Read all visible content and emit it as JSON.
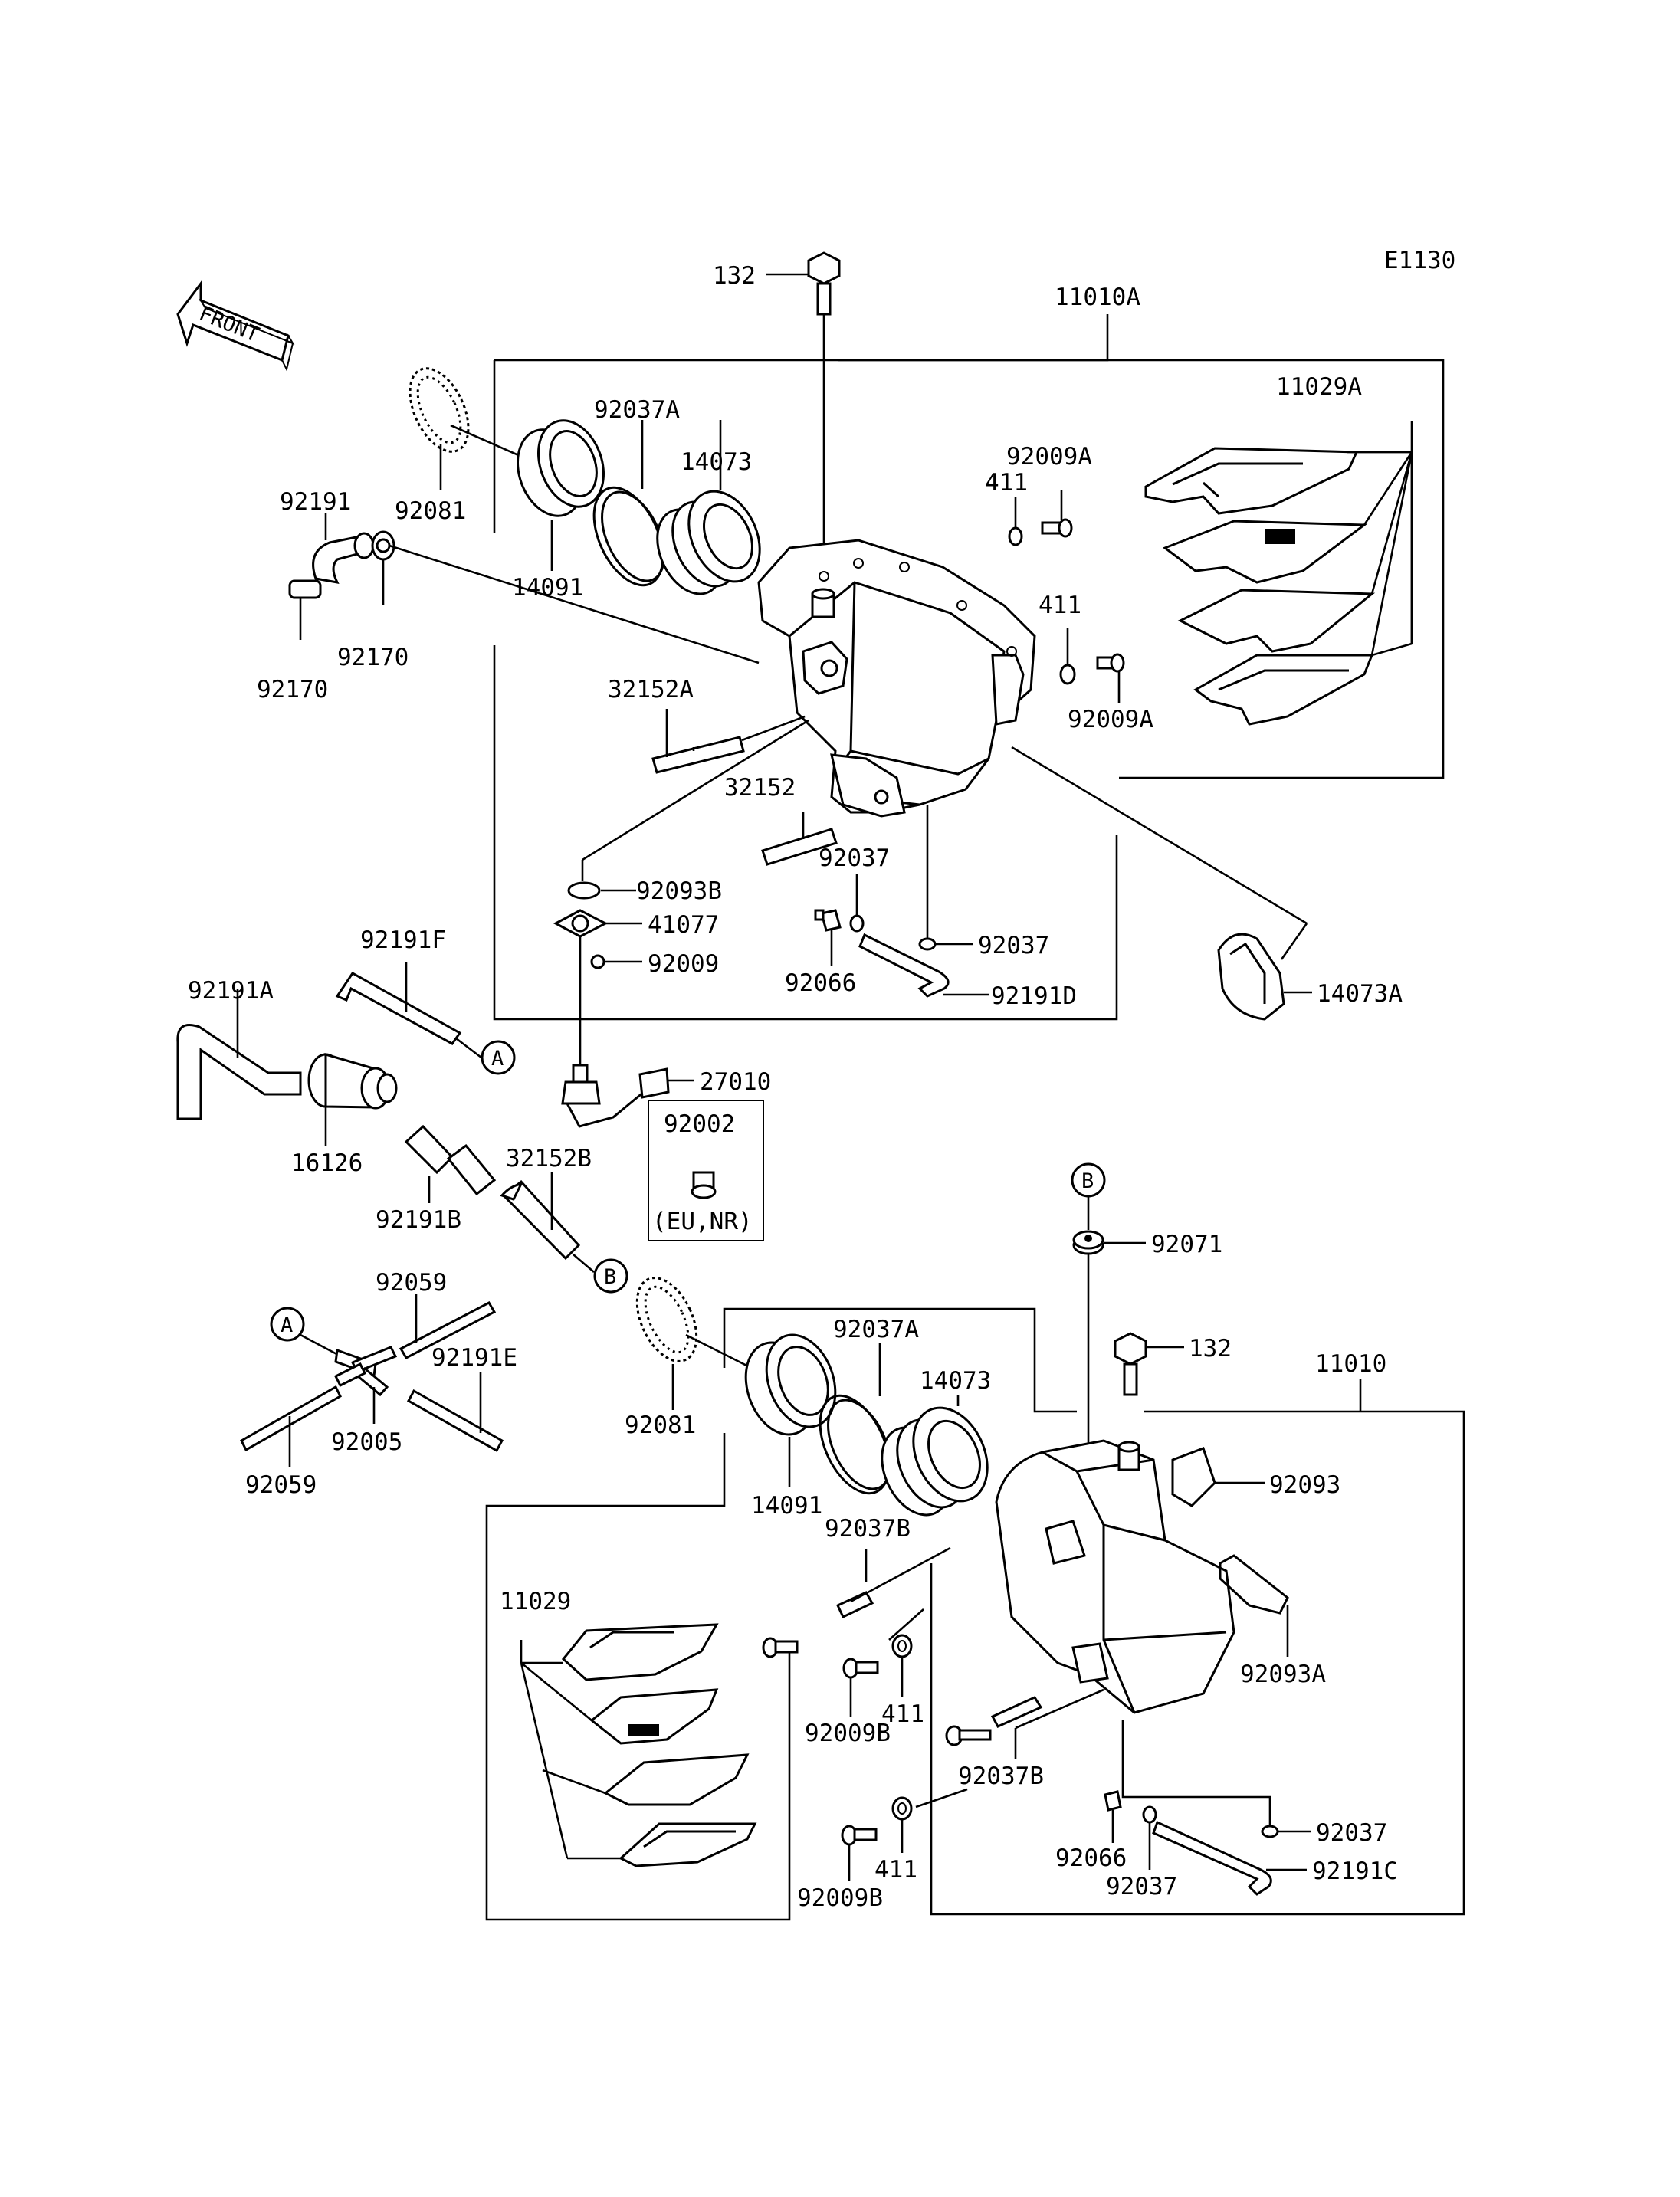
{
  "code": "E1130",
  "front_label": "FRONT",
  "circle_marks": [
    "A",
    "B"
  ],
  "note": {
    "part": "92002",
    "text": "(EU,NR)"
  },
  "labels": [
    {
      "id": "132_top",
      "text": "132"
    },
    {
      "id": "11010A",
      "text": "11010A"
    },
    {
      "id": "11029A",
      "text": "11029A"
    },
    {
      "id": "92037A_top",
      "text": "92037A"
    },
    {
      "id": "14073_top",
      "text": "14073"
    },
    {
      "id": "92081_top",
      "text": "92081"
    },
    {
      "id": "14091_top",
      "text": "14091"
    },
    {
      "id": "92009A_1",
      "text": "92009A"
    },
    {
      "id": "411_1",
      "text": "411"
    },
    {
      "id": "411_2",
      "text": "411"
    },
    {
      "id": "92009A_2",
      "text": "92009A"
    },
    {
      "id": "92191",
      "text": "92191"
    },
    {
      "id": "92170_1",
      "text": "92170"
    },
    {
      "id": "92170_2",
      "text": "92170"
    },
    {
      "id": "32152A",
      "text": "32152A"
    },
    {
      "id": "32152",
      "text": "32152"
    },
    {
      "id": "92037_a",
      "text": "92037"
    },
    {
      "id": "92093B",
      "text": "92093B"
    },
    {
      "id": "41077",
      "text": "41077"
    },
    {
      "id": "92009",
      "text": "92009"
    },
    {
      "id": "92066_top",
      "text": "92066"
    },
    {
      "id": "92037_b",
      "text": "92037"
    },
    {
      "id": "92191D",
      "text": "92191D"
    },
    {
      "id": "14073A",
      "text": "14073A"
    },
    {
      "id": "92191F",
      "text": "92191F"
    },
    {
      "id": "92191A",
      "text": "92191A"
    },
    {
      "id": "27010",
      "text": "27010"
    },
    {
      "id": "16126",
      "text": "16126"
    },
    {
      "id": "32152B",
      "text": "32152B"
    },
    {
      "id": "92191B",
      "text": "92191B"
    },
    {
      "id": "92071",
      "text": "92071"
    },
    {
      "id": "92059_1",
      "text": "92059"
    },
    {
      "id": "92191E",
      "text": "92191E"
    },
    {
      "id": "92005",
      "text": "92005"
    },
    {
      "id": "92059_2",
      "text": "92059"
    },
    {
      "id": "92037A_bot",
      "text": "92037A"
    },
    {
      "id": "132_bot",
      "text": "132"
    },
    {
      "id": "11010",
      "text": "11010"
    },
    {
      "id": "14073_bot",
      "text": "14073"
    },
    {
      "id": "92081_bot",
      "text": "92081"
    },
    {
      "id": "14091_bot",
      "text": "14091"
    },
    {
      "id": "92037B_1",
      "text": "92037B"
    },
    {
      "id": "92093",
      "text": "92093"
    },
    {
      "id": "11029",
      "text": "11029"
    },
    {
      "id": "411_3",
      "text": "411"
    },
    {
      "id": "92009B_1",
      "text": "92009B"
    },
    {
      "id": "92093A",
      "text": "92093A"
    },
    {
      "id": "92037B_2",
      "text": "92037B"
    },
    {
      "id": "92066_bot",
      "text": "92066"
    },
    {
      "id": "92037_c",
      "text": "92037"
    },
    {
      "id": "92037_d",
      "text": "92037"
    },
    {
      "id": "411_4",
      "text": "411"
    },
    {
      "id": "92191C",
      "text": "92191C"
    },
    {
      "id": "92009B_2",
      "text": "92009B"
    }
  ]
}
